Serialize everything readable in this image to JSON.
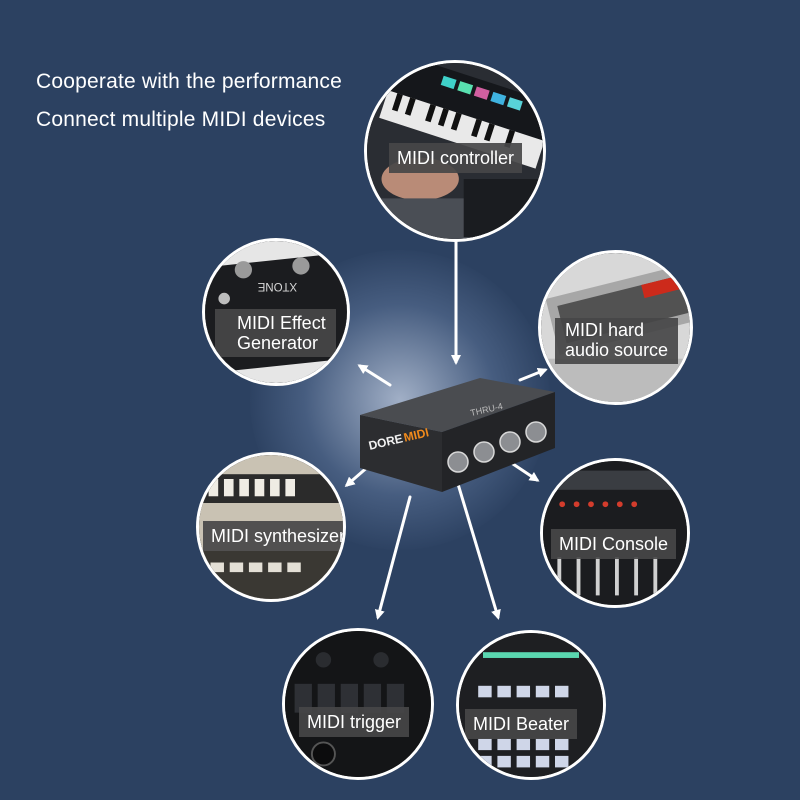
{
  "headline": {
    "line1": "Cooperate with the performance",
    "line2": "Connect multiple MIDI devices"
  },
  "hub": {
    "brand_left": "DORE",
    "brand_right": "MIDI",
    "model": "THRU-4"
  },
  "devices": {
    "controller": "MIDI controller",
    "effect_line1": "MIDI Effect",
    "effect_line2": "Generator",
    "hard_line1": "MIDI hard",
    "hard_line2": "audio source",
    "synth": "MIDI synthesizer",
    "console": "MIDI Console",
    "trigger": "MIDI trigger",
    "beater": "MIDI Beater"
  },
  "colors": {
    "background": "#2c4161",
    "arrow": "#ffffff",
    "brand_accent": "#f08a1c",
    "label_bg": "#464648"
  }
}
